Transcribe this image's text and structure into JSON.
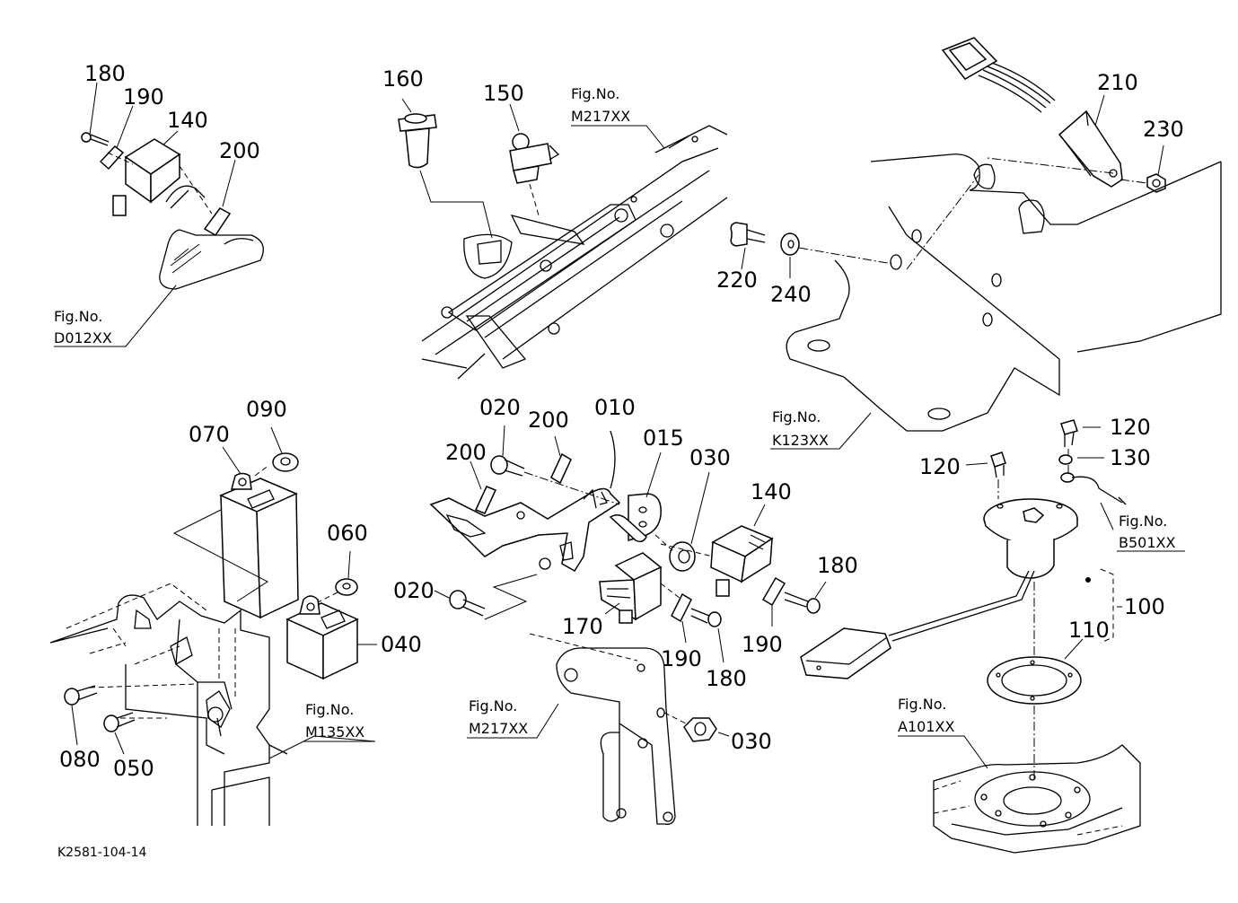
{
  "diagram_code": "K2581-104-14",
  "fig_ref_label": "Fig.No.",
  "fig_refs": {
    "d012": "D012XX",
    "m217_top": "M217XX",
    "k123": "K123XX",
    "b501": "B501XX",
    "m135": "M135XX",
    "m217_bottom": "M217XX",
    "a101": "A101XX"
  },
  "parts": {
    "p180_a": "180",
    "p190_a": "190",
    "p140_a": "140",
    "p200_a": "200",
    "p160": "160",
    "p150": "150",
    "p210": "210",
    "p230": "230",
    "p220": "220",
    "p240": "240",
    "p090": "090",
    "p070": "070",
    "p060": "060",
    "p040": "040",
    "p080": "080",
    "p050": "050",
    "p020_a": "020",
    "p200_b": "200",
    "p200_c": "200",
    "p010": "010",
    "p015": "015",
    "p030_a": "030",
    "p140_b": "140",
    "p180_b": "180",
    "p020_b": "020",
    "p170": "170",
    "p190_b": "190",
    "p190_c": "190",
    "p180_c": "180",
    "p030_b": "030",
    "p120_a": "120",
    "p120_b": "120",
    "p130": "130",
    "p100": "100",
    "p110": "110"
  }
}
